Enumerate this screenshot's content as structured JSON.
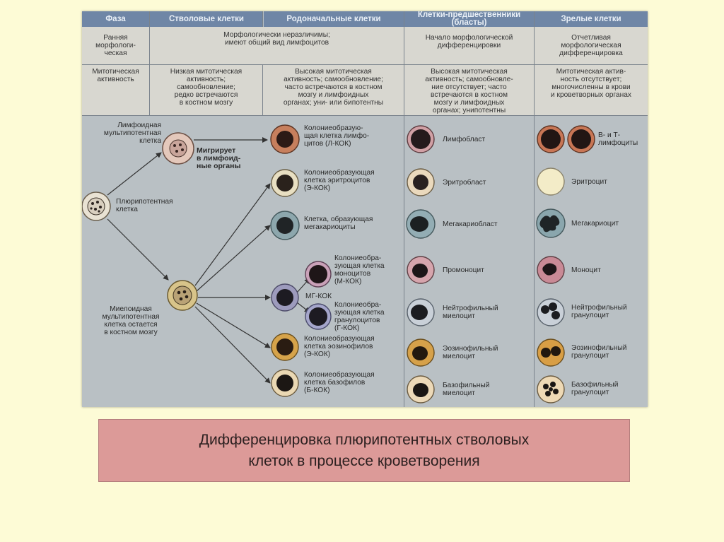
{
  "headers": [
    "Фаза",
    "Стволовые клетки",
    "Родоначальные клетки",
    "Клетки-предшественники\n(бласты)",
    "Зрелые клетки"
  ],
  "rows": [
    {
      "label": "Ранняя\nморфологи-\nческая",
      "stem": "Морфологически неразличимы;\nимеют общий вид лимфоцитов",
      "blast": "Начало морфологической\nдифференцировки",
      "mature": "Отчетливая\nморфологическая\nдифференцировка"
    },
    {
      "label": "Митотическая\nактивность",
      "stem": "Низкая митотическая\nактивность;\nсамообновление;\nредко встречаются\nв костном мозгу",
      "progenitor": "Высокая митотическая\nактивность; самообновление;\nчасто встречаются в костном\nмозгу и лимфоидных\nорганах; уни- или бипотентны",
      "blast": "Высокая митотическая\nактивность; самообновле-\nние отсутствует; часто\nвстречаются в костном\nмозгу и лимфоидных\nорганах; унипотентны",
      "mature": "Митотическая актив-\nность отсутствует;\nмногочисленны в крови\nи кроветворных органах"
    }
  ],
  "stem_labels": {
    "lymphoid": "Лимфоидная\nмультипотентная\nклетка",
    "migrates": "Мигрирует\nв лимфоид-\nные органы",
    "pluripotent": "Плюрипотентная\nклетка",
    "myeloid": "Миелоидная\nмультипотентная\nклетка остается\nв костном мозгу"
  },
  "progenitor_labels": {
    "l_kok": "Колониеобразую-\nщая клетка лимфо-\nцитов (Л-КОК)",
    "e_kok": "Колониеобразующая\nклетка эритроцитов\n(Э-КОК)",
    "mega": "Клетка, образующая\nмегакариоциты",
    "m_kok": "Колониеобра-\nзующая клетка\nмоноцитов\n(М-КОК)",
    "mg_kok": "МГ-КОК",
    "g_kok": "Колониеобра-\nзующая клетка\nгранулоцитов\n(Г-КОК)",
    "eo_kok": "Колониеобразующая\nклетка эозинофилов\n(Э-КОК)",
    "b_kok": "Колониеобразующая\nклетка базофилов\n(Б-КОК)"
  },
  "blast_labels": [
    "Лимфобласт",
    "Эритробласт",
    "Мегакариобласт",
    "Промоноцит",
    "Нейтрофильный\nмиелоцит",
    "Эозинофильный\nмиелоцит",
    "Базофильный\nмиелоцит"
  ],
  "mature_labels": [
    "В- и Т-\nлимфоциты",
    "Эритроцит",
    "Мегакариоцит",
    "Моноцит",
    "Нейтрофильный\nгранулоцит",
    "Эозинофильный\nгранулоцит",
    "Базофильный\nгранулоцит"
  ],
  "caption": {
    "line1": "Дифференцировка плюрипотентных стволовых",
    "line2": "клеток в процессе кроветворения"
  },
  "colors": {
    "page_bg": "#fdfbd6",
    "header_bg": "#6f86a6",
    "table_bg": "#d8d7d0",
    "diagram_bg": "#b9c0c4",
    "caption_bg": "#dc9a98"
  }
}
